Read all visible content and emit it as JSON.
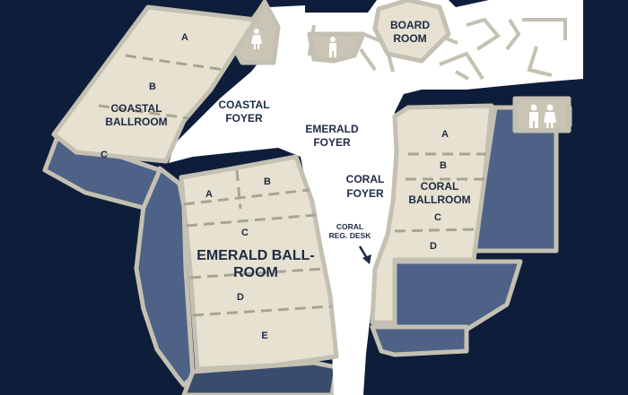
{
  "colors": {
    "background": "#0e1d3a",
    "corridor": "#ffffff",
    "room": "#e6e1d0",
    "wall": "#c4c0b2",
    "service": "#4d6286",
    "service_dark": "#3a4c6c",
    "text": "#1e2a44"
  },
  "rooms": {
    "coastal_ballroom": {
      "name_line1": "COASTAL",
      "name_line2": "BALLROOM",
      "sections": [
        "A",
        "B",
        "C"
      ]
    },
    "emerald_ballroom": {
      "name_line1": "EMERALD BALL-",
      "name_line2": "ROOM",
      "sections": [
        "A",
        "B",
        "C",
        "D",
        "E"
      ]
    },
    "coral_ballroom": {
      "name_line1": "CORAL",
      "name_line2": "BALLROOM",
      "sections": [
        "A",
        "B",
        "C",
        "D"
      ]
    },
    "board_room": {
      "name_line1": "BOARD",
      "name_line2": "ROOM"
    }
  },
  "foyers": {
    "coastal": {
      "line1": "COASTAL",
      "line2": "FOYER"
    },
    "emerald": {
      "line1": "EMERALD",
      "line2": "FOYER"
    },
    "coral": {
      "line1": "CORAL",
      "line2": "FOYER"
    }
  },
  "registration": {
    "line1": "CORAL",
    "line2": "REG. DESK"
  },
  "icons": [
    "women-restroom-icon",
    "men-restroom-icon",
    "restrooms-icon",
    "arrow-icon"
  ]
}
